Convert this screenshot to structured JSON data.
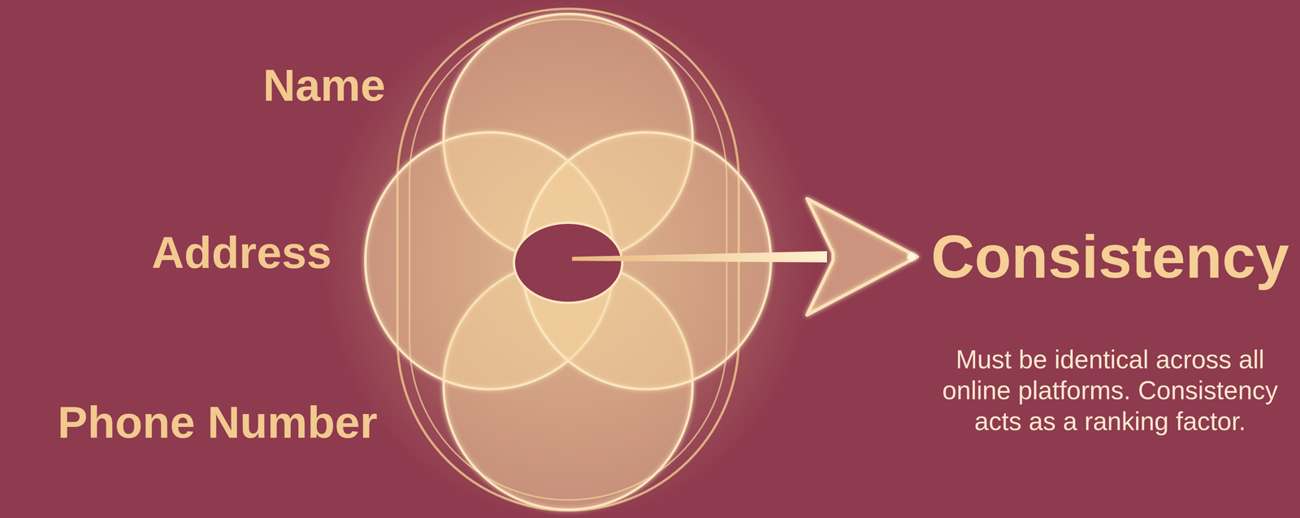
{
  "diagram": {
    "labels": [
      "Name",
      "Address",
      "Phone Number",
      "Consistency",
      "Must be identical across all online platforms. Consistency acts as a ranking factor."
    ]
  }
}
